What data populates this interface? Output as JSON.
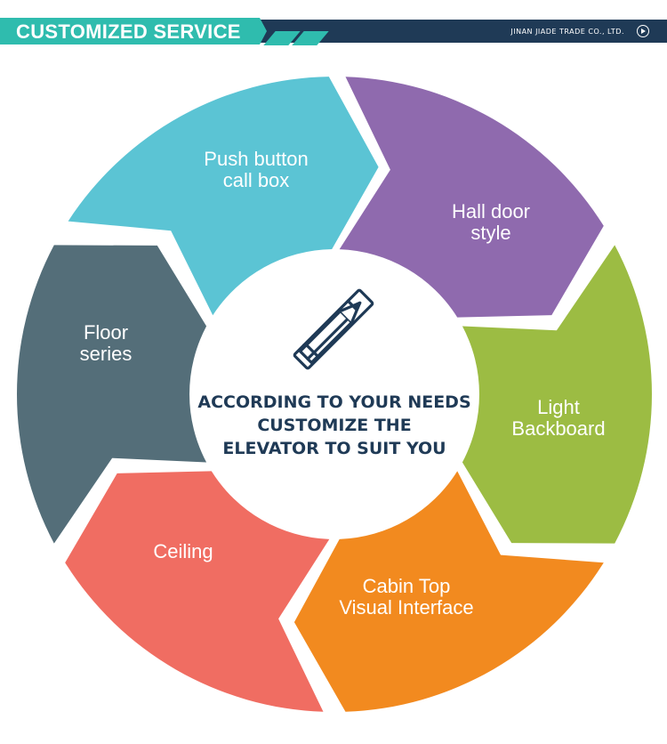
{
  "header": {
    "title": "CUSTOMIZED SERVICE",
    "company": "JINAN JIADE TRADE CO., LTD.",
    "arrow_icon": "play-circle-icon",
    "colors": {
      "tab": "#2fbcae",
      "bar": "#1f3a56"
    }
  },
  "center": {
    "icon": "pencil-ruler-icon",
    "lines": [
      "ACCORDING TO YOUR NEEDS",
      "CUSTOMIZE THE",
      "ELEVATOR TO SUIT YOU"
    ]
  },
  "segments": [
    {
      "lines": [
        "Push button",
        "call box"
      ],
      "color": "#5bc4d4"
    },
    {
      "lines": [
        "Hall door",
        "style"
      ],
      "color": "#8f6aae"
    },
    {
      "lines": [
        "Light",
        "Backboard"
      ],
      "color": "#9cbc43"
    },
    {
      "lines": [
        "Cabin Top",
        "Visual Interface"
      ],
      "color": "#f28a1f"
    },
    {
      "lines": [
        "Ceiling"
      ],
      "color": "#f06d62"
    },
    {
      "lines": [
        "Floor",
        "series"
      ],
      "color": "#546e79"
    }
  ]
}
